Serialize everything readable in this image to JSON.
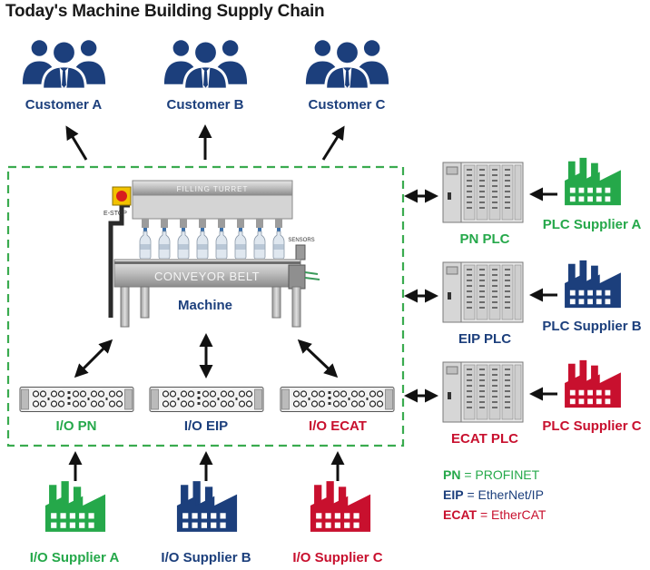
{
  "title": "Today's Machine Building Supply Chain",
  "colors": {
    "navy": "#1c3f7c",
    "green": "#25a84a",
    "red": "#c8102e",
    "dash": "#3aab4f",
    "arrow": "#111111"
  },
  "customers": [
    {
      "label": "Customer A"
    },
    {
      "label": "Customer B"
    },
    {
      "label": "Customer C"
    }
  ],
  "machine": {
    "label": "Machine",
    "estop": "E-STOP",
    "filling": "FILLING TURRET",
    "conveyor": "CONVEYOR BELT",
    "sensors": "SENSORS"
  },
  "io_modules": [
    {
      "label": "I/O PN"
    },
    {
      "label": "I/O EIP"
    },
    {
      "label": "I/O ECAT"
    }
  ],
  "plcs": [
    {
      "label": "PN PLC"
    },
    {
      "label": "EIP PLC"
    },
    {
      "label": "ECAT PLC"
    }
  ],
  "plc_suppliers": [
    {
      "label": "PLC Supplier A"
    },
    {
      "label": "PLC Supplier B"
    },
    {
      "label": "PLC Supplier C"
    }
  ],
  "io_suppliers": [
    {
      "label": "I/O Supplier A"
    },
    {
      "label": "I/O Supplier B"
    },
    {
      "label": "I/O Supplier C"
    }
  ],
  "legend": [
    {
      "abbr": "PN",
      "text": "PROFINET"
    },
    {
      "abbr": "EIP",
      "text": "EtherNet/IP"
    },
    {
      "abbr": "ECAT",
      "text": "EtherCAT"
    }
  ]
}
